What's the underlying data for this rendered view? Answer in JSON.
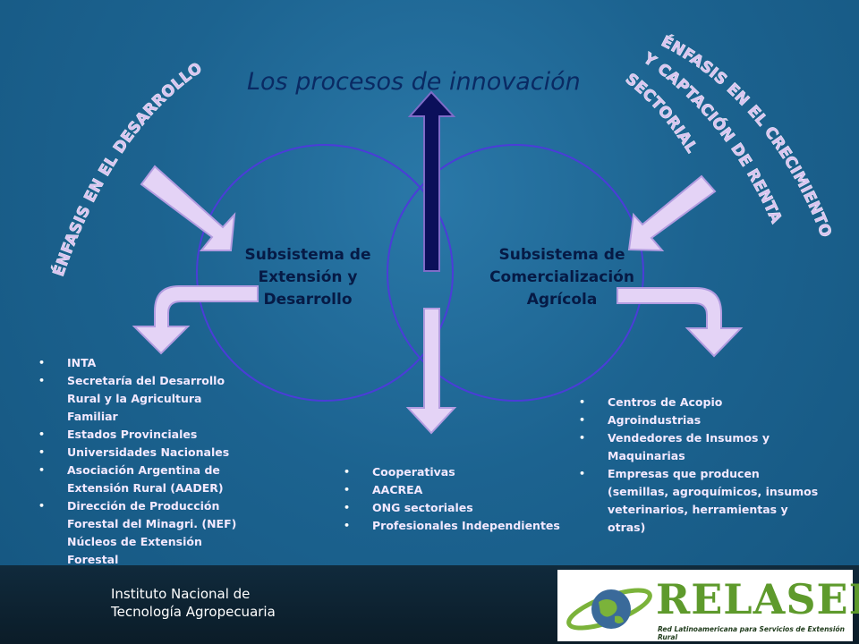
{
  "title": "Los procesos de innovación",
  "arcs": {
    "left": "ÉNFASIS EN EL DESARROLLO",
    "right_line1": "ÉNFASIS EN EL CRECIMIENTO",
    "right_line2": "Y CAPTACIÓN DE RENTA",
    "right_line3": "SECTORIAL"
  },
  "left_circle": {
    "line1": "Subsistema de",
    "line2": "Extensión y",
    "line3": "Desarrollo"
  },
  "right_circle": {
    "line1": "Subsistema de",
    "line2": "Comercialización",
    "line3": "Agrícola"
  },
  "lists": {
    "left": [
      "INTA",
      "Secretaría del Desarrollo Rural y la Agricultura Familiar",
      "Estados Provinciales",
      "Universidades Nacionales",
      "Asociación Argentina de Extensión Rural (AADER)",
      "Dirección de Producción Forestal del Minagri. (NEF) Núcleos de Extensión Forestal"
    ],
    "center": [
      "Cooperativas",
      "AACREA",
      "ONG sectoriales",
      "Profesionales Independientes"
    ],
    "right": [
      "Centros de Acopio",
      "Agroindustrias",
      "Vendedores de Insumos y Maquinarias",
      "Empresas que producen (semillas, agroquímicos, insumos veterinarios, herramientas y otras)"
    ]
  },
  "footer": {
    "inta_line1": "Instituto Nacional de",
    "inta_line2": "Tecnología Agropecuaria",
    "logo_word": "RELASER",
    "logo_sub": "Red Latinoamericana para Servicios de Extensión Rural"
  },
  "colors": {
    "arrow_fill": "#e4d3f6",
    "arrow_border": "#b29ce0",
    "up_arrow": "#0b0f5a",
    "circle_stroke": "#4b3dd8"
  }
}
